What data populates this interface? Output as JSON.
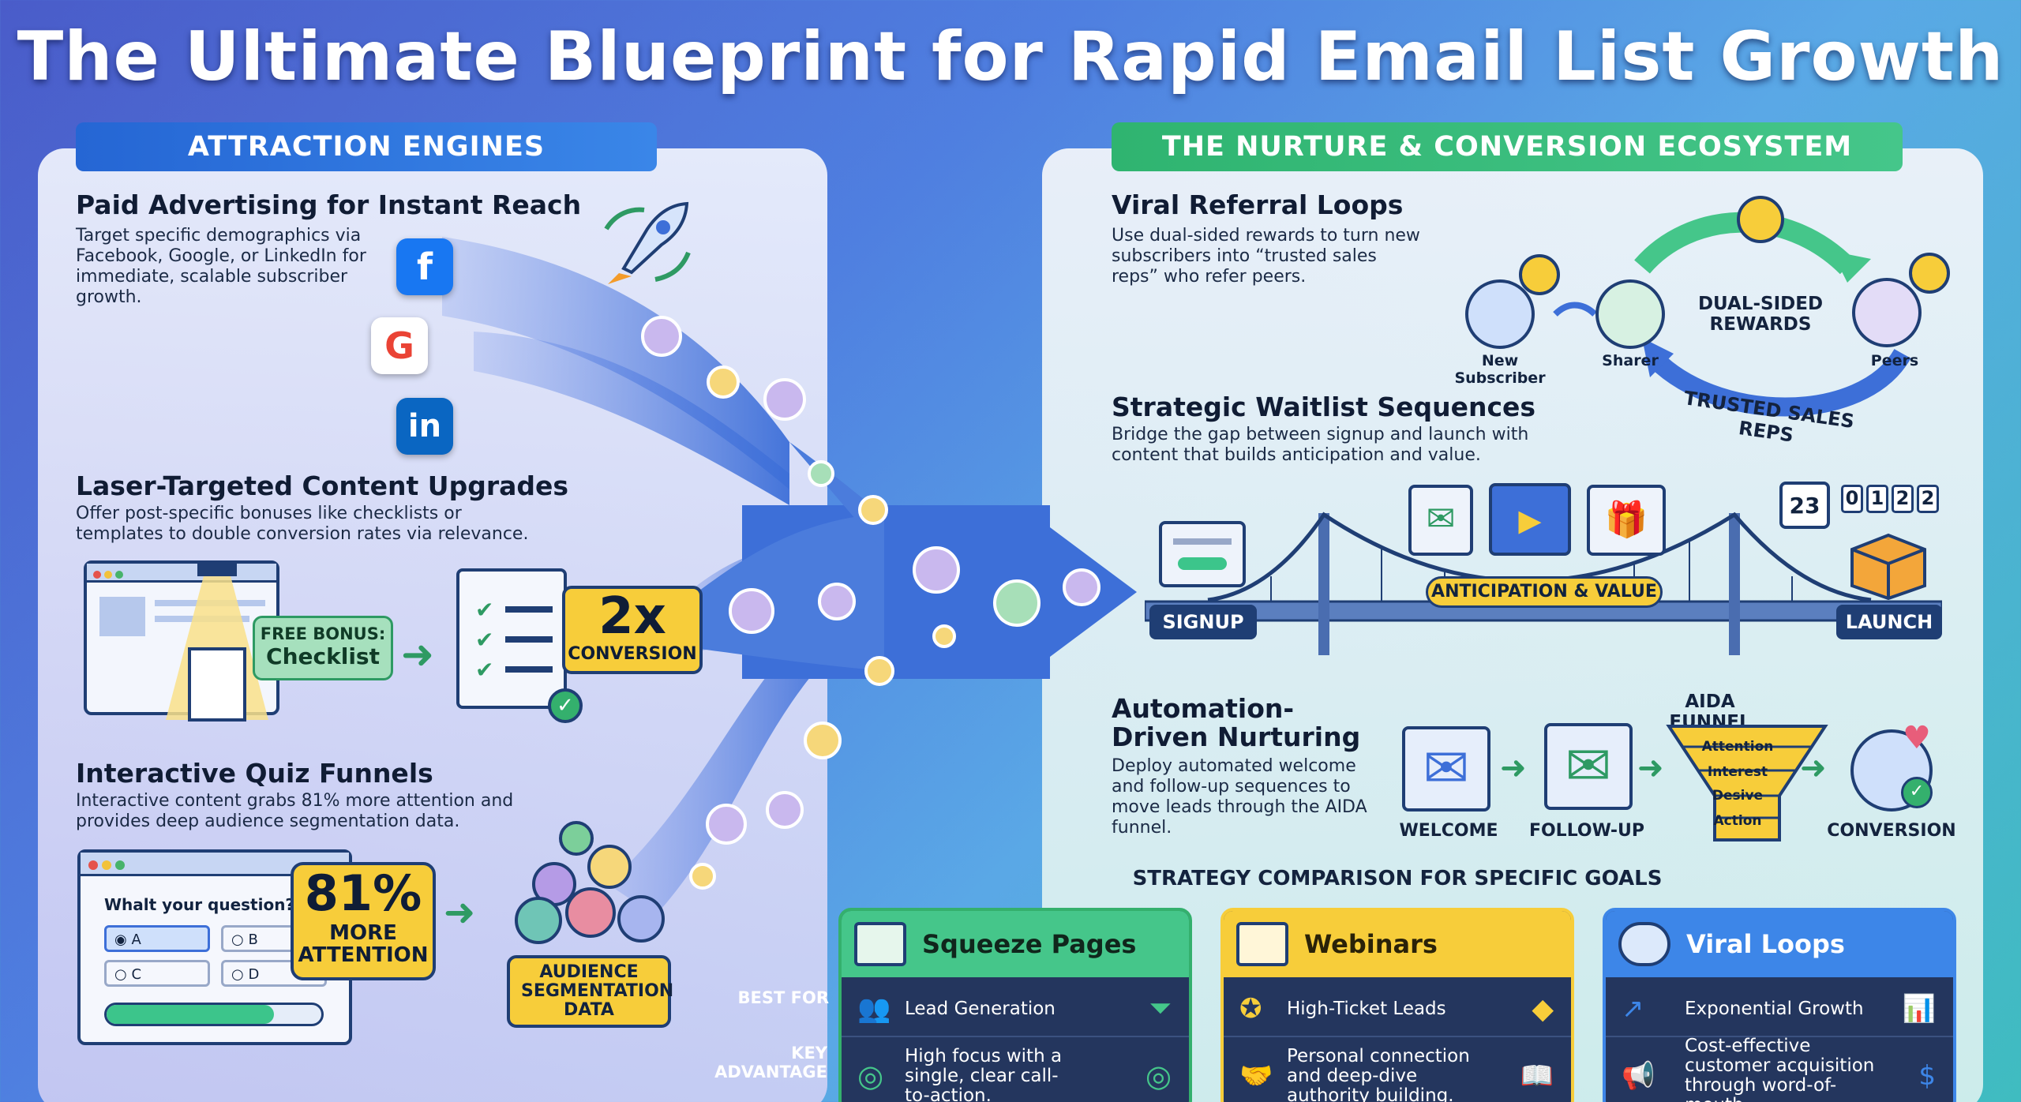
{
  "title": "The Ultimate Blueprint for Rapid Email List Growth",
  "left_banner": "ATTRACTION ENGINES",
  "right_banner": "THE NURTURE & CONVERSION ECOSYSTEM",
  "paid": {
    "heading": "Paid Advertising for Instant Reach",
    "desc": "Target specific demographics via Facebook, Google, or LinkedIn for immediate, scalable subscriber growth."
  },
  "content": {
    "heading": "Laser-Targeted Content Upgrades",
    "desc": "Offer post-specific bonuses like checklists or templates to double conversion rates via relevance.",
    "bonus_label_1": "FREE BONUS:",
    "bonus_label_2": "Checklist",
    "multiplier": "2x",
    "multiplier_label": "CONVERSION"
  },
  "quiz": {
    "heading": "Interactive Quiz Funnels",
    "desc": "Interactive content grabs 81% more attention and provides deep audience segmentation data.",
    "question": "Whalt your question?",
    "options": [
      "A",
      "B",
      "C",
      "D"
    ],
    "stat": "81%",
    "stat_label_1": "MORE",
    "stat_label_2": "ATTENTION",
    "segment_label": "AUDIENCE SEGMENTATION DATA"
  },
  "referral": {
    "heading": "Viral Referral Loops",
    "desc": "Use dual-sided rewards to turn new subscribers into “trusted sales reps” who refer peers.",
    "center": "DUAL-SIDED REWARDS",
    "arc_label": "TRUSTED SALES REPS",
    "nodes": [
      "New Subscriber",
      "Sharer",
      "Peers"
    ]
  },
  "waitlist": {
    "heading": "Strategic Waitlist Sequences",
    "desc": "Bridge the gap between signup and launch with content that builds anticipation and value.",
    "start": "SIGNUP",
    "end": "LAUNCH",
    "middle": "ANTICIPATION & VALUE",
    "calendar": "23",
    "counter": [
      "0",
      "1",
      "2",
      "2"
    ]
  },
  "automation": {
    "heading": "Automation-Driven Nurturing",
    "desc": "Deploy automated welcome and follow-up sequences to move leads through the AIDA funnel.",
    "funnel_title": "AIDA FUNNEL",
    "funnel_levels": [
      "Attention",
      "Interest",
      "Desive",
      "Action"
    ],
    "steps": [
      "WELCOME",
      "FOLLOW-UP",
      "CONVERSION"
    ]
  },
  "comparison": {
    "title": "STRATEGY COMPARISON FOR SPECIFIC GOALS",
    "row_labels": [
      "BEST FOR",
      "KEY ADVANTAGE"
    ],
    "cards": [
      {
        "name": "Squeeze Pages",
        "best_for": "Lead Generation",
        "advantage": "High focus with a single, clear call-to-action."
      },
      {
        "name": "Webinars",
        "best_for": "High-Ticket Leads",
        "advantage": "Personal connection and deep-dive authority building."
      },
      {
        "name": "Viral Loops",
        "best_for": "Exponential Growth",
        "advantage": "Cost-effective customer acquisition through word-of-mouth."
      }
    ]
  },
  "colors": {
    "blue": "#2f6fd6",
    "green": "#34b06d",
    "yellow": "#f7cd3a",
    "navy": "#1f3e74"
  }
}
